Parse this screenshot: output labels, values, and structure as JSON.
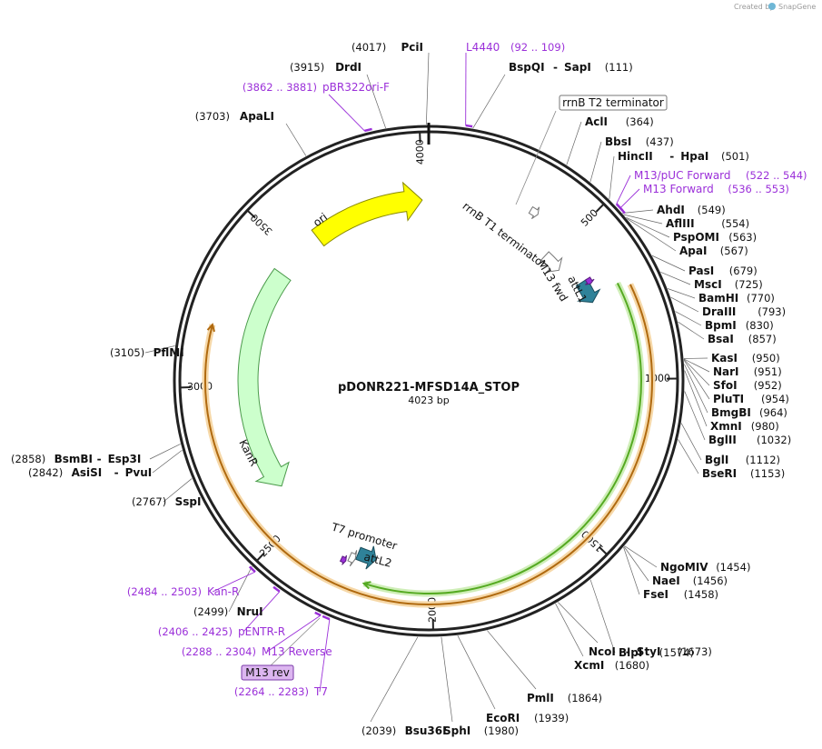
{
  "credit": {
    "created_by": "Created by",
    "brand": "SnapGene"
  },
  "plasmid": {
    "name": "pDONR221-MFSD14A_STOP",
    "size_label": "4023 bp",
    "length": 4023
  },
  "ticks": [
    {
      "pos": 500,
      "label": "500"
    },
    {
      "pos": 1000,
      "label": "1000"
    },
    {
      "pos": 1500,
      "label": "1500"
    },
    {
      "pos": 2000,
      "label": "2000"
    },
    {
      "pos": 2500,
      "label": "2500"
    },
    {
      "pos": 3000,
      "label": "3000"
    },
    {
      "pos": 3500,
      "label": "3500"
    },
    {
      "pos": 4000,
      "label": "4000"
    }
  ],
  "enzymes": [
    {
      "pos": 4017,
      "name": "PciI",
      "pos_label": "(4017)"
    },
    {
      "pos": 111,
      "name": "BspQI",
      "name2": "SapI",
      "pos_label": "(111)"
    },
    {
      "pos": 364,
      "name": "AclI",
      "pos_label": "(364)"
    },
    {
      "pos": 437,
      "name": "BbsI",
      "pos_label": "(437)"
    },
    {
      "pos": 501,
      "name": "HincII",
      "name2": "HpaI",
      "pos_label": "(501)"
    },
    {
      "pos": 549,
      "name": "AhdI",
      "pos_label": "(549)"
    },
    {
      "pos": 554,
      "name": "AflIII",
      "pos_label": "(554)"
    },
    {
      "pos": 563,
      "name": "PspOMI",
      "pos_label": "(563)"
    },
    {
      "pos": 567,
      "name": "ApaI",
      "pos_label": "(567)"
    },
    {
      "pos": 679,
      "name": "PasI",
      "pos_label": "(679)"
    },
    {
      "pos": 725,
      "name": "MscI",
      "pos_label": "(725)"
    },
    {
      "pos": 770,
      "name": "BamHI",
      "pos_label": "(770)"
    },
    {
      "pos": 793,
      "name": "DraIII",
      "pos_label": "(793)"
    },
    {
      "pos": 830,
      "name": "BpmI",
      "pos_label": "(830)"
    },
    {
      "pos": 857,
      "name": "BsaI",
      "pos_label": "(857)"
    },
    {
      "pos": 950,
      "name": "KasI",
      "pos_label": "(950)"
    },
    {
      "pos": 951,
      "name": "NarI",
      "pos_label": "(951)"
    },
    {
      "pos": 952,
      "name": "SfoI",
      "pos_label": "(952)"
    },
    {
      "pos": 954,
      "name": "PluTI",
      "pos_label": "(954)"
    },
    {
      "pos": 964,
      "name": "BmgBI",
      "pos_label": "(964)"
    },
    {
      "pos": 980,
      "name": "XmnI",
      "pos_label": "(980)"
    },
    {
      "pos": 1032,
      "name": "BglII",
      "pos_label": "(1032)"
    },
    {
      "pos": 1112,
      "name": "BglI",
      "pos_label": "(1112)"
    },
    {
      "pos": 1153,
      "name": "BseRI",
      "pos_label": "(1153)"
    },
    {
      "pos": 1454,
      "name": "NgoMIV",
      "pos_label": "(1454)"
    },
    {
      "pos": 1456,
      "name": "NaeI",
      "pos_label": "(1456)"
    },
    {
      "pos": 1458,
      "name": "FseI",
      "pos_label": "(1458)"
    },
    {
      "pos": 1574,
      "name": "BlpI",
      "pos_label": "(1574)"
    },
    {
      "pos": 1673,
      "name": "NcoI",
      "name2": "StyI",
      "pos_label": "(1673)"
    },
    {
      "pos": 1680,
      "name": "XcmI",
      "pos_label": "(1680)"
    },
    {
      "pos": 1864,
      "name": "PmlI",
      "pos_label": "(1864)"
    },
    {
      "pos": 1939,
      "name": "EcoRI",
      "pos_label": "(1939)"
    },
    {
      "pos": 1980,
      "name": "SphI",
      "pos_label": "(1980)"
    },
    {
      "pos": 2039,
      "name": "Bsu36I",
      "pos_label": "(2039)"
    },
    {
      "pos": 2499,
      "name": "NruI",
      "pos_label": "(2499)"
    },
    {
      "pos": 2767,
      "name": "SspI",
      "pos_label": "(2767)"
    },
    {
      "pos": 2842,
      "name": "AsiSI",
      "name2": "PvuI",
      "pos_label": "(2842)"
    },
    {
      "pos": 2858,
      "name": "BsmBI",
      "name2": "Esp3I",
      "pos_label": "(2858)"
    },
    {
      "pos": 3105,
      "name": "PflMI",
      "pos_label": "(3105)"
    },
    {
      "pos": 3703,
      "name": "ApaLI",
      "pos_label": "(3703)"
    },
    {
      "pos": 3915,
      "name": "DrdI",
      "pos_label": "(3915)"
    }
  ],
  "primers": [
    {
      "start": 92,
      "end": 109,
      "name": "L4440",
      "range": "(92 .. 109)"
    },
    {
      "start": 522,
      "end": 544,
      "name": "M13/pUC Forward",
      "range": "(522 .. 544)"
    },
    {
      "start": 536,
      "end": 553,
      "name": "M13 Forward",
      "range": "(536 .. 553)"
    },
    {
      "start": 3862,
      "end": 3881,
      "name": "pBR322ori-F",
      "range": "(3862 .. 3881)"
    },
    {
      "start": 2484,
      "end": 2503,
      "name": "Kan-R",
      "range": "(2484 .. 2503)"
    },
    {
      "start": 2406,
      "end": 2425,
      "name": "pENTR-R",
      "range": "(2406 .. 2425)"
    },
    {
      "start": 2288,
      "end": 2304,
      "name": "M13 Reverse",
      "range": "(2288 .. 2304)"
    },
    {
      "start": 2264,
      "end": 2283,
      "name": "T7",
      "range": "(2264 .. 2283)"
    }
  ],
  "features": [
    {
      "name": "ori",
      "start": 3600,
      "end": 4000,
      "color": "#ffff00",
      "stroke": "#8a8a00",
      "direction": "cw"
    },
    {
      "name": "KanR",
      "start": 2620,
      "end": 3420,
      "color": "#ccffcc",
      "stroke": "#4a9a4a",
      "direction": "ccw"
    },
    {
      "name": "attL1",
      "start": 640,
      "end": 720,
      "color": "#2f8299",
      "stroke": "#1c4f5e",
      "direction": "cw"
    },
    {
      "name": "attL2",
      "start": 2195,
      "end": 2260,
      "color": "#2f8299",
      "stroke": "#1c4f5e",
      "direction": "ccw"
    },
    {
      "name": "rrnB T1 terminator",
      "start": 480,
      "end": 555,
      "color": "#ffffff",
      "stroke": "#777777",
      "direction": "cw"
    },
    {
      "name": "rrnB T2 terminator",
      "start": 345,
      "end": 372,
      "color": "#ffffff",
      "stroke": "#777777",
      "direction": "cw"
    },
    {
      "name": "M13 fwd",
      "start": 640,
      "end": 660,
      "color": "#9b30d9",
      "stroke": "#5a1a80",
      "direction": "cw"
    },
    {
      "name": "T7 promoter",
      "start": 2262,
      "end": 2282,
      "color": "#ffffff",
      "stroke": "#777777",
      "direction": "ccw"
    },
    {
      "name": "M13 rev",
      "start": 2288,
      "end": 2304,
      "color": "#9b30d9",
      "stroke": "#5a1a80",
      "direction": "ccw"
    }
  ],
  "arcs": [
    {
      "name": "gene-arc-green",
      "start": 700,
      "end": 2210,
      "color": "#55aa22",
      "halo": "#cfeeb8",
      "direction": "cw"
    },
    {
      "name": "gene-arc-orange",
      "start": 720,
      "end": 3180,
      "color": "#b06a10",
      "halo": "#f6d8a8",
      "direction": "cw"
    }
  ],
  "boxed_labels": [
    {
      "name": "rrnB T2 terminator"
    },
    {
      "name": "M13 rev"
    }
  ]
}
